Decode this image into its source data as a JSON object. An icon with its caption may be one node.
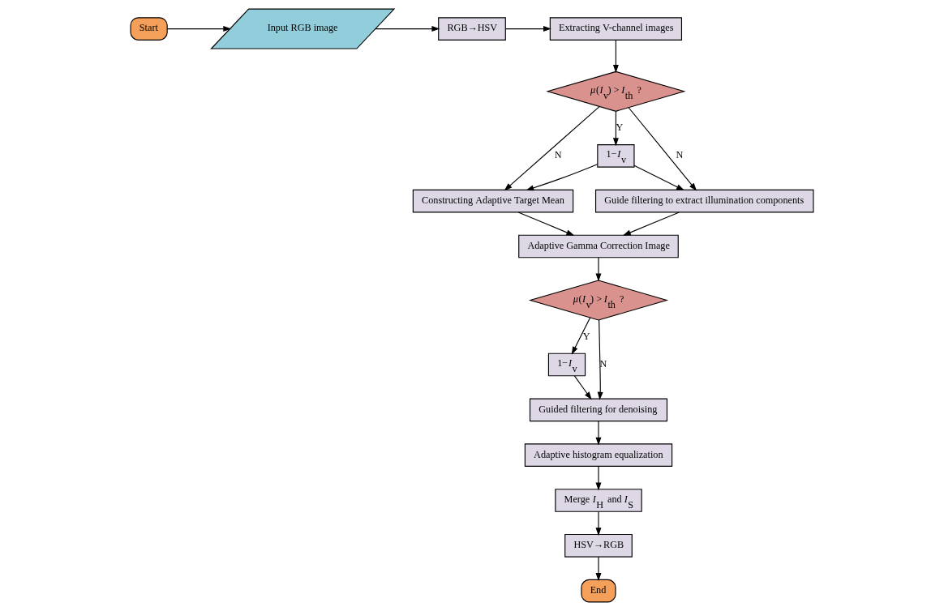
{
  "diagram": {
    "nodes": [
      {
        "text": [
          "Start"
        ]
      },
      {
        "text": [
          "Input RGB image"
        ]
      },
      {
        "text": [
          "RGB→HSV"
        ]
      },
      {
        "text": [
          "Extracting V-channel images"
        ]
      },
      {
        "text": [
          "*μ*(*I*$_{v}$) > *I*$_{th}$ ?"
        ]
      },
      {
        "text": [
          "1−*I*$_{v}$"
        ]
      },
      {
        "text": [
          "Constructing Adaptive Target Mean"
        ]
      },
      {
        "text": [
          "Guide filtering to extract illumination components"
        ]
      },
      {
        "text": [
          "Adaptive Gamma Correction Image"
        ]
      },
      {
        "text": [
          "*μ*(*I*$_{v}$) > *I*$_{th}$ ?"
        ]
      },
      {
        "text": [
          "1−*I*$_{v}$"
        ]
      },
      {
        "text": [
          "Guided filtering for denoising"
        ]
      },
      {
        "text": [
          "Adaptive histogram equalization"
        ]
      },
      {
        "text": [
          "Merge *I*$_{H}$ and *I*$_{S}$"
        ]
      },
      {
        "text": [
          "HSV→RGB"
        ]
      },
      {
        "text": [
          "End"
        ]
      }
    ],
    "edges": [
      {
        "from": 0,
        "to": 1,
        "arrow": "to"
      },
      {
        "from": 1,
        "to": 2,
        "arrow": "to"
      },
      {
        "from": 2,
        "to": 3,
        "arrow": "to"
      },
      {
        "from": 3,
        "to": 4,
        "arrow": "to"
      },
      {
        "from": 4,
        "to": 5,
        "arrow": "to",
        "label": "Y"
      },
      {
        "from": 4,
        "to": 6,
        "arrow": "to",
        "label": "N"
      },
      {
        "from": 4,
        "to": 7,
        "arrow": "to",
        "label": "N"
      },
      {
        "from": 5,
        "to": 6,
        "arrow": "to"
      },
      {
        "from": 5,
        "to": 7,
        "arrow": "to"
      },
      {
        "from": 6,
        "to": 8,
        "arrow": "to"
      },
      {
        "from": 7,
        "to": 8,
        "arrow": "to"
      },
      {
        "from": 8,
        "to": 9,
        "arrow": "to"
      },
      {
        "from": 9,
        "to": 10,
        "arrow": "to",
        "label": "Y"
      },
      {
        "from": 9,
        "to": 11,
        "arrow": "to",
        "label": "N"
      },
      {
        "from": 10,
        "to": 11,
        "arrow": "to"
      },
      {
        "from": 11,
        "to": 12,
        "arrow": "to"
      },
      {
        "from": 12,
        "to": 13,
        "arrow": "to"
      },
      {
        "from": 13,
        "to": 14,
        "arrow": "to"
      },
      {
        "from": 14,
        "to": 15,
        "arrow": "to"
      }
    ]
  }
}
